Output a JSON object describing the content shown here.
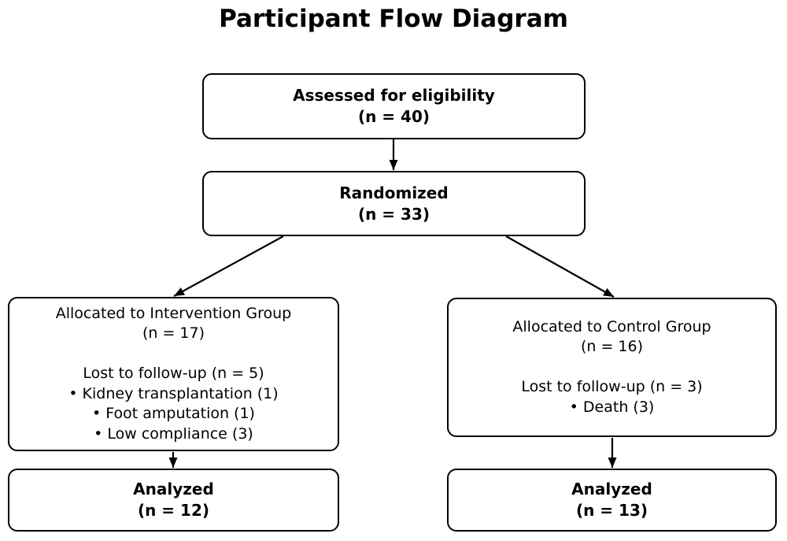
{
  "title": "Participant Flow Diagram",
  "colors": {
    "background": "#ffffff",
    "box_border": "#000000",
    "text": "#000000",
    "arrow": "#000000"
  },
  "flow": {
    "assessed": {
      "line1": "Assessed for eligibility",
      "line2": "(n = 40)"
    },
    "randomized": {
      "line1": "Randomized",
      "line2": "(n = 33)"
    },
    "intervention": {
      "line1": "Allocated to Intervention Group",
      "line2": "(n = 17)",
      "lost_header": "Lost to follow-up (n = 5)",
      "bullets": [
        "• Kidney transplantation (1)",
        "• Foot amputation (1)",
        "• Low compliance (3)"
      ]
    },
    "control": {
      "line1": "Allocated to Control Group",
      "line2": "(n = 16)",
      "lost_header": "Lost to follow-up (n = 3)",
      "bullets": [
        "• Death (3)"
      ]
    },
    "analyzed_intervention": {
      "line1": "Analyzed",
      "line2": "(n = 12)"
    },
    "analyzed_control": {
      "line1": "Analyzed",
      "line2": "(n = 13)"
    }
  }
}
